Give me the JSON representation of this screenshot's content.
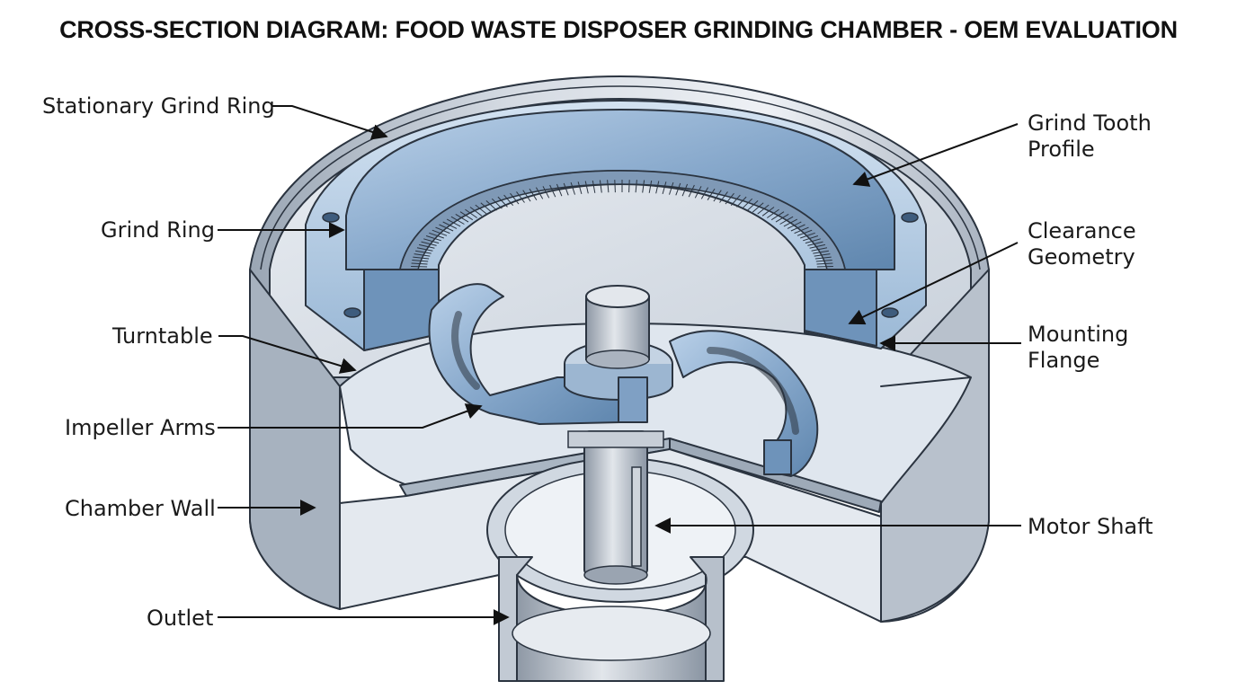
{
  "title": "CROSS-SECTION DIAGRAM: FOOD WASTE DISPOSER GRINDING CHAMBER - OEM EVALUATION",
  "labels": {
    "stationary_grind_ring": "Stationary Grind Ring",
    "grind_ring": "Grind Ring",
    "turntable": "Turntable",
    "impeller_arms": "Impeller Arms",
    "chamber_wall": "Chamber Wall",
    "outlet": "Outlet",
    "grind_tooth_profile": [
      "Grind Tooth",
      "Profile"
    ],
    "clearance_geometry": [
      "Clearance",
      "Geometry"
    ],
    "mounting_flange": [
      "Mounting",
      "Flange"
    ],
    "motor_shaft": "Motor Shaft"
  },
  "colors": {
    "metal_blue": "#8fb0d0",
    "metal_blue_dark": "#5f86ae",
    "steel_gray": "#b4bcc6",
    "steel_light": "#dfe4ea",
    "outline": "#2b3440"
  }
}
